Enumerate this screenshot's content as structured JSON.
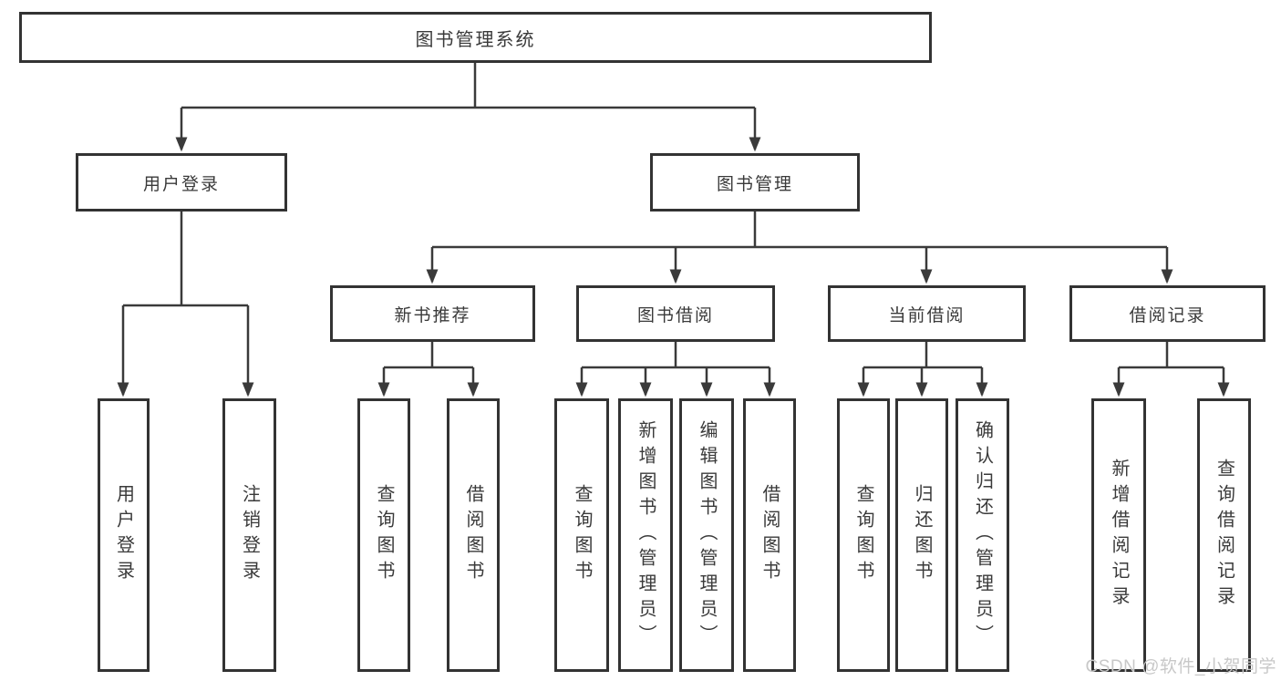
{
  "colors": {
    "line": "#3a3a3a",
    "box_border": "#333333",
    "text": "#3a3a3a",
    "watermark": "#c8c8c8",
    "background": "#ffffff"
  },
  "watermark": {
    "text": "CSDN @软件_小贺同学"
  },
  "diagram": {
    "title": "图书管理系统",
    "branches": [
      {
        "label": "用户登录",
        "children": [
          {
            "label": "用户登录"
          },
          {
            "label": "注销登录"
          }
        ]
      },
      {
        "label": "图书管理",
        "children": [
          {
            "label": "新书推荐",
            "children": [
              {
                "label": "查询图书"
              },
              {
                "label": "借阅图书"
              }
            ]
          },
          {
            "label": "图书借阅",
            "children": [
              {
                "label": "查询图书"
              },
              {
                "label": "新增图书（管理员）"
              },
              {
                "label": "编辑图书（管理员）"
              },
              {
                "label": "借阅图书"
              }
            ]
          },
          {
            "label": "当前借阅",
            "children": [
              {
                "label": "查询图书"
              },
              {
                "label": "归还图书"
              },
              {
                "label": "确认归还（管理员）"
              }
            ]
          },
          {
            "label": "借阅记录",
            "children": [
              {
                "label": "新增借阅记录"
              },
              {
                "label": "查询借阅记录"
              }
            ]
          }
        ]
      }
    ]
  }
}
